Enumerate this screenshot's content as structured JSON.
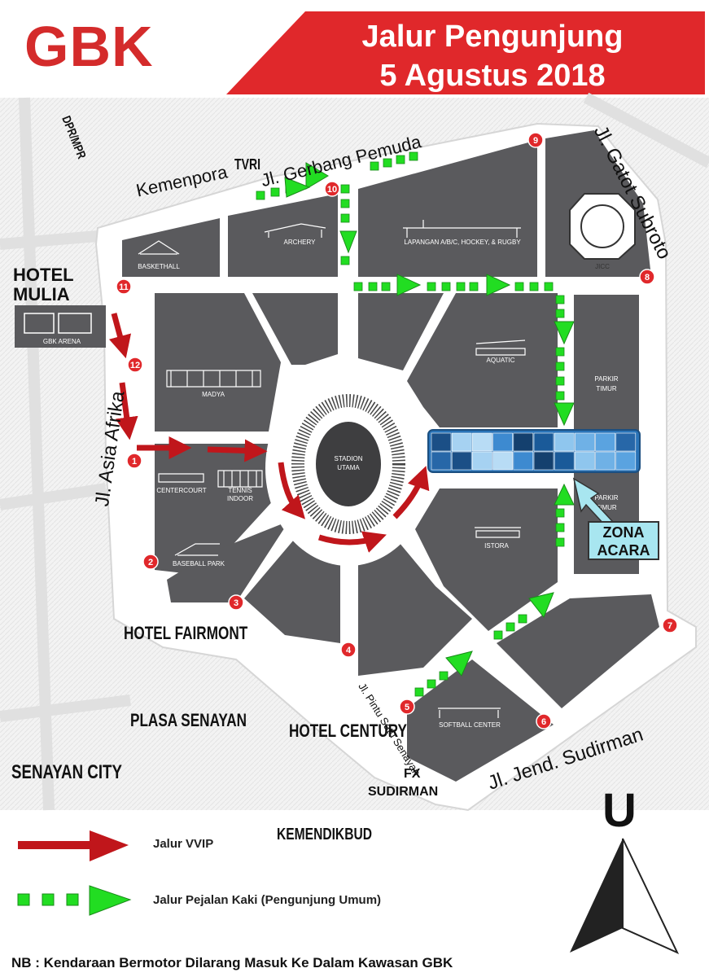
{
  "header": {
    "logo_text": "GBK",
    "title_line1": "Jalur Pengunjung",
    "title_line2": "5 Agustus 2018",
    "brand_color": "#d42b2b"
  },
  "venues": {
    "basketball": "BASKETHALL",
    "archery": "ARCHERY",
    "lapangan": "LAPANGAN A/B/C, HOCKEY, & RUGBY",
    "jicc": "JICC",
    "gbk_arena": "GBK ARENA",
    "madya": "MADYA",
    "aquatic": "AQUATIC",
    "parkir_timur_1a": "PARKIR",
    "parkir_timur_1b": "TIMUR",
    "parkir_timur_2a": "PARKIR",
    "parkir_timur_2b": "TIMUR",
    "stadion_a": "STADION",
    "stadion_b": "UTAMA",
    "centercourt": "CENTERCOURT",
    "tennis_a": "TENNIS",
    "tennis_b": "INDOOR",
    "istora": "ISTORA",
    "baseball": "BASEBALL PARK",
    "softball": "SOFTBALL CENTER"
  },
  "places": {
    "dpr": "DPR/MPR",
    "tvri": "TVRI",
    "kemenpora": "Kemenpora",
    "hotel_mulia_1": "HOTEL",
    "hotel_mulia_2": "MULIA",
    "hotel_fairmont": "HOTEL FAIRMONT",
    "plasa_senayan": "PLASA SENAYAN",
    "hotel_century": "HOTEL CENTURY",
    "senayan_city": "SENAYAN CITY",
    "fx_1": "FX",
    "fx_2": "SUDIRMAN",
    "kemendikbud": "KEMENDIKBUD"
  },
  "streets": {
    "gerbang_pemuda": "Jl. Gerbang Pemuda",
    "gatot_subroto": "Jl. Gatot Subroto",
    "asia_afrika": "Jl. Asia Afrika",
    "pintu_satu": "Jl. Pintu Satu Senayan",
    "sudirman": "Jl. Jend. Sudirman"
  },
  "zona_acara": {
    "line1": "ZONA",
    "line2": "ACARA"
  },
  "gates": [
    "1",
    "2",
    "3",
    "4",
    "5",
    "6",
    "7",
    "8",
    "9",
    "10",
    "11",
    "12"
  ],
  "compass": {
    "label": "U"
  },
  "legend": {
    "vvip": "Jalur VVIP",
    "pedestrian": "Jalur Pejalan Kaki (Pengunjung Umum)",
    "vvip_color": "#c0161b",
    "pedestrian_color": "#22dd22"
  },
  "note": "NB : Kendaraan Bermotor Dilarang Masuk Ke Dalam Kawasan GBK"
}
